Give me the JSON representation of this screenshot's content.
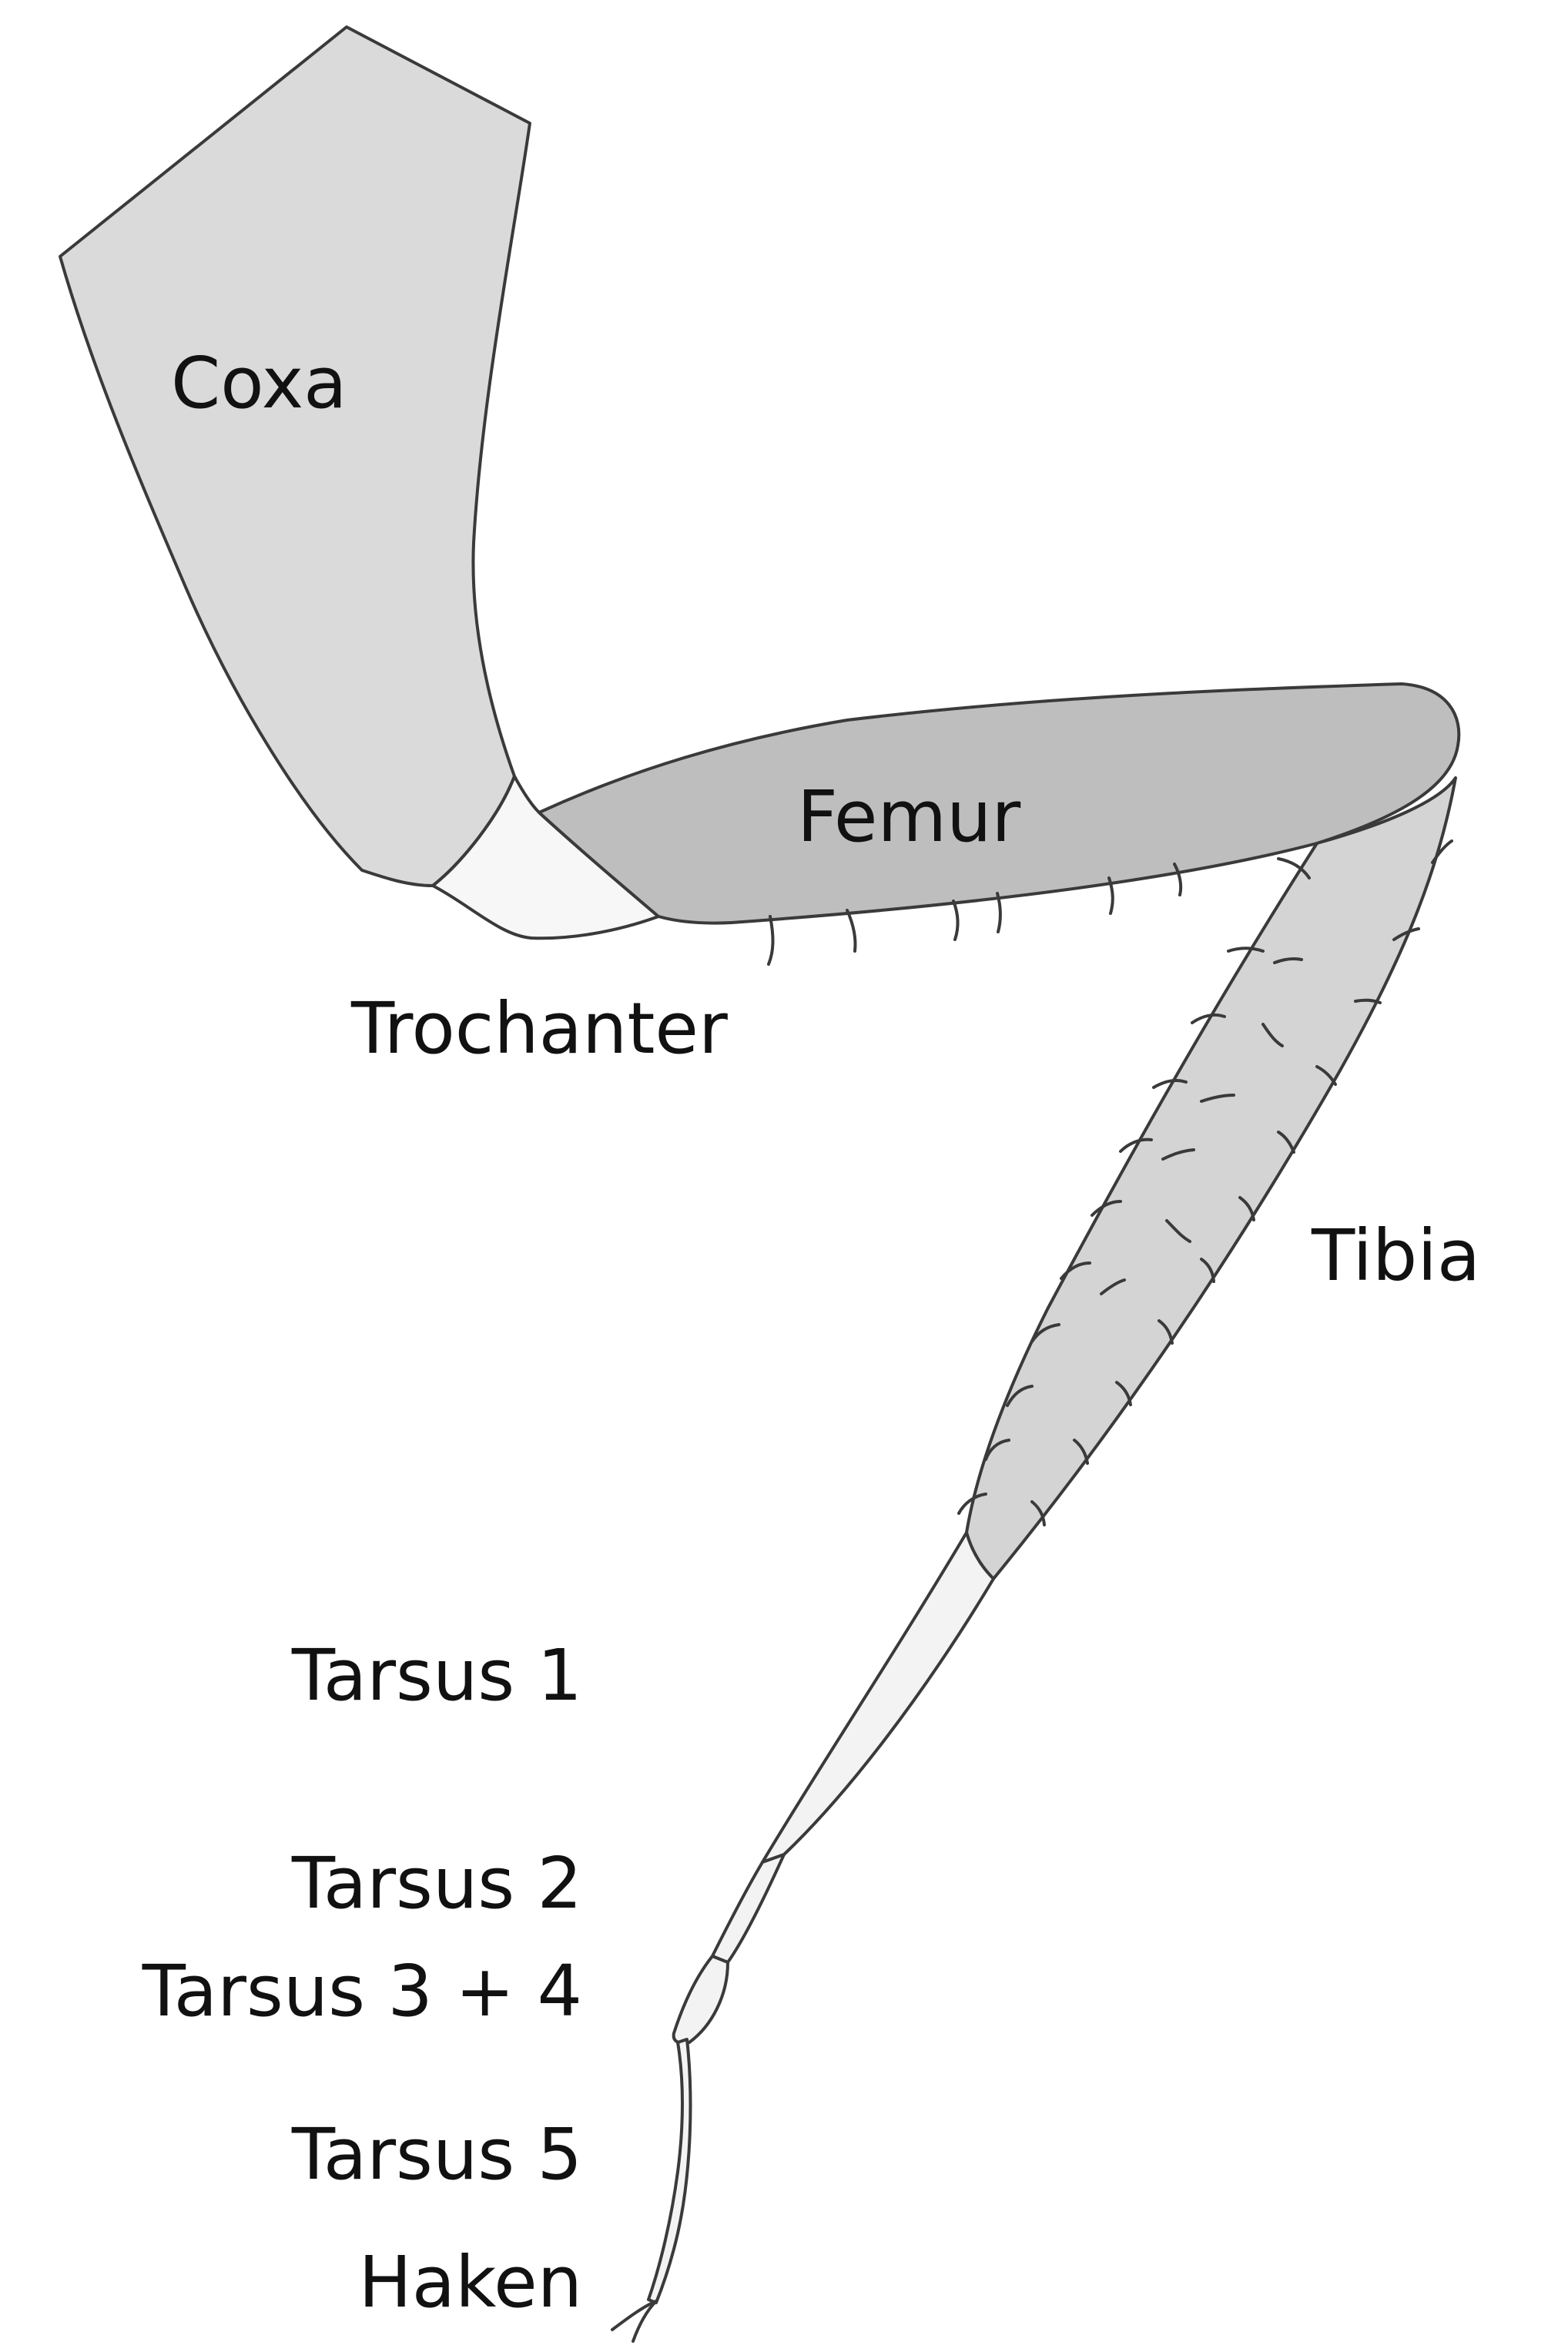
{
  "diagram": {
    "labels": {
      "coxa": "Coxa",
      "femur": "Femur",
      "trochanter": "Trochanter",
      "tibia": "Tibia",
      "tarsus1": "Tarsus 1",
      "tarsus2": "Tarsus 2",
      "tarsus34": "Tarsus 3 + 4",
      "tarsus5": "Tarsus 5",
      "haken": "Haken"
    },
    "colors": {
      "coxa_fill": "#dadada",
      "trochanter_fill": "#f7f7f7",
      "femur_fill": "#bebebe",
      "tibia_fill": "#d4d4d4",
      "tarsus_fill": "#f3f3f3",
      "outline": "#3a3a3a"
    }
  }
}
